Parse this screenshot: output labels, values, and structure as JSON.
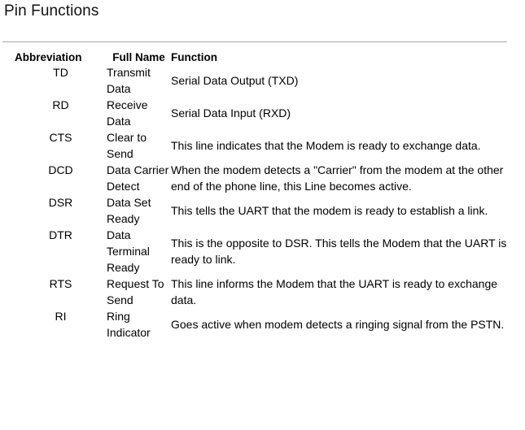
{
  "page": {
    "title": "Pin Functions"
  },
  "table": {
    "headers": {
      "abbreviation": "Abbreviation",
      "full_name": "Full Name",
      "function": "Function"
    },
    "rows": [
      {
        "abbreviation": "TD",
        "full_name": "Transmit Data",
        "function": "Serial Data Output (TXD)"
      },
      {
        "abbreviation": "RD",
        "full_name": "Receive Data",
        "function": "Serial Data Input (RXD)"
      },
      {
        "abbreviation": "CTS",
        "full_name": "Clear to Send",
        "function": "This line indicates that the Modem is ready to exchange data."
      },
      {
        "abbreviation": "DCD",
        "full_name": "Data Carrier Detect",
        "function": "When the modem detects a \"Carrier\" from the modem at the other end of the phone line, this Line becomes active."
      },
      {
        "abbreviation": "DSR",
        "full_name": "Data Set Ready",
        "function": "This tells the UART that the modem is ready to establish a link."
      },
      {
        "abbreviation": "DTR",
        "full_name": "Data Terminal Ready",
        "function": "This is the opposite to DSR. This tells the Modem that the UART is ready to link."
      },
      {
        "abbreviation": "RTS",
        "full_name": "Request To Send",
        "function": "This line informs the Modem that the UART is ready to exchange data."
      },
      {
        "abbreviation": "RI",
        "full_name": "Ring Indicator",
        "function": "Goes active when modem detects a ringing signal from the PSTN."
      }
    ]
  },
  "colors": {
    "text": "#000000",
    "background": "#ffffff",
    "rule": "#a9a9a9"
  }
}
